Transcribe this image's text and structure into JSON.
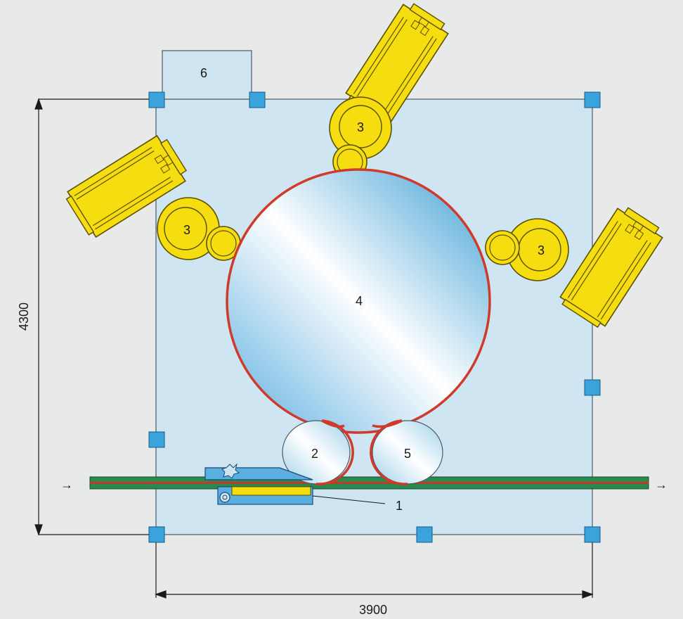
{
  "diagram": {
    "labels": {
      "inspection_unit": "1",
      "pressure_roller_left": "2",
      "print_head_assembly": "3",
      "central_drum": "4",
      "pressure_roller_right": "5",
      "control_cabinet": "6"
    },
    "dimensions": {
      "height": "4300",
      "width": "3900"
    },
    "arrows": {
      "web_in": "→",
      "web_out": "→"
    }
  },
  "colors": {
    "background": "#e8eaea",
    "frame_fill": "#cfe5f1",
    "frame_stroke": "#4a5a66",
    "anchor_fill": "#3aa3dc",
    "print_head_fill": "#f6dd10",
    "print_head_stroke": "#7a6a00",
    "drum_stroke": "#d03a2a",
    "drum_light": "#ffffff",
    "drum_dark": "#3b9fd4",
    "web_green": "#2a8a4e",
    "web_red": "#c0392b",
    "cabinet_fill": "#cfe5f1",
    "inspection_blue": "#5aaee0",
    "inspection_yellow": "#f6dd10"
  }
}
